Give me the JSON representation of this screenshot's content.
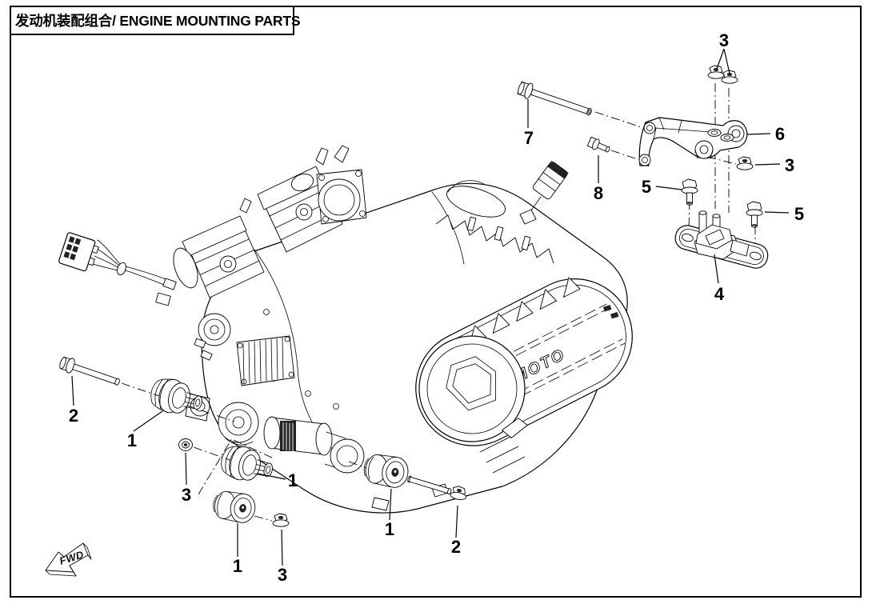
{
  "document": {
    "title": "发动机装配组合/ ENGINE MOUNTING PARTS"
  },
  "diagram": {
    "brand_logo_text": "CFMOTO",
    "direction_arrow_label": "FWD",
    "callouts": [
      {
        "part": "flange-nut-pair-top",
        "label": "3"
      },
      {
        "part": "long-hanger-bolt",
        "label": "7"
      },
      {
        "part": "engine-hanger-bracket",
        "label": "6"
      },
      {
        "part": "flange-nut-side",
        "label": "3"
      },
      {
        "part": "mount-flange-bolt-left",
        "label": "5"
      },
      {
        "part": "small-bracket-bolt",
        "label": "8"
      },
      {
        "part": "mount-flange-bolt-right",
        "label": "5"
      },
      {
        "part": "engine-mount-bracket",
        "label": "4"
      },
      {
        "part": "front-mount-bolt",
        "label": "2"
      },
      {
        "part": "rubber-mount-front-upper",
        "label": "1"
      },
      {
        "part": "front-washer",
        "label": "3"
      },
      {
        "part": "rubber-mount-front-mid",
        "label": "1"
      },
      {
        "part": "rubber-mount-front-lower",
        "label": "1"
      },
      {
        "part": "flange-nut-lower",
        "label": "3"
      },
      {
        "part": "rubber-mount-rear",
        "label": "1"
      },
      {
        "part": "rear-mount-bolt",
        "label": "2"
      }
    ]
  }
}
